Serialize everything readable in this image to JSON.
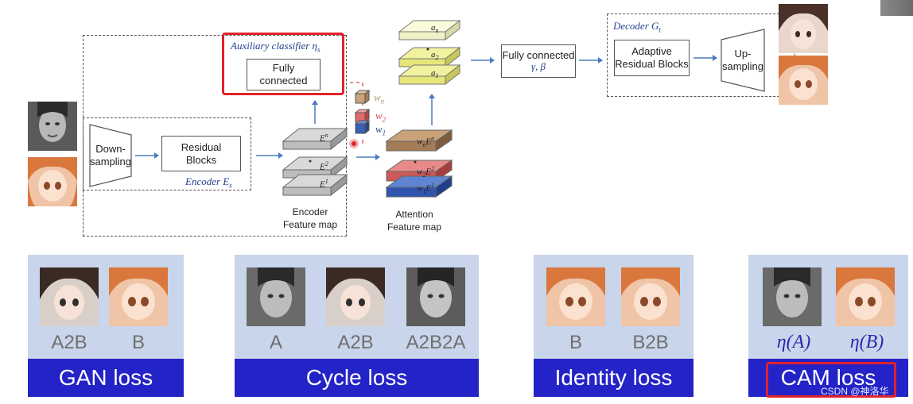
{
  "diagram": {
    "downsampling": "Down-\nsampling",
    "residual_blocks": "Residual\nBlocks",
    "encoder_label": "Encoder E",
    "encoder_sub": "s",
    "aux_classifier_label": "Auxiliary classifier η",
    "aux_sub": "s",
    "fully_connected_aux": "Fully connected",
    "encoder_feature_map": "Encoder\nFeature map",
    "attention_feature_map": "Attention\nFeature map",
    "fully_connected_main": "Fully connected",
    "gamma_beta": "γ, β",
    "decoder_label": "Decoder G",
    "decoder_sub": "t",
    "adaptive_blocks": "Adaptive\nResidual Blocks",
    "upsampling": "Up-\nsampling",
    "weights": [
      "w",
      "w",
      "w"
    ],
    "weight_subs": [
      "n",
      "2",
      "1"
    ],
    "enc_maps": [
      "E",
      "E",
      "E"
    ],
    "attn_maps": [
      "a",
      "a",
      "a"
    ],
    "attn_subs": [
      "n",
      "2",
      "1"
    ]
  },
  "panels": [
    {
      "labels": [
        "A2B",
        "B"
      ],
      "title": "GAN loss"
    },
    {
      "labels": [
        "A",
        "A2B",
        "A2B2A"
      ],
      "title": "Cycle loss"
    },
    {
      "labels": [
        "B",
        "B2B"
      ],
      "title": "Identity loss"
    },
    {
      "labels": [
        "η(A)",
        "η(B)"
      ],
      "title": "CAM loss"
    }
  ],
  "watermark": "CSDN @神洛华",
  "colors": {
    "highlight": "#e0222a",
    "bar": "#2323c8",
    "panel": "#c9d5ea",
    "italic_text": "#23408e"
  }
}
